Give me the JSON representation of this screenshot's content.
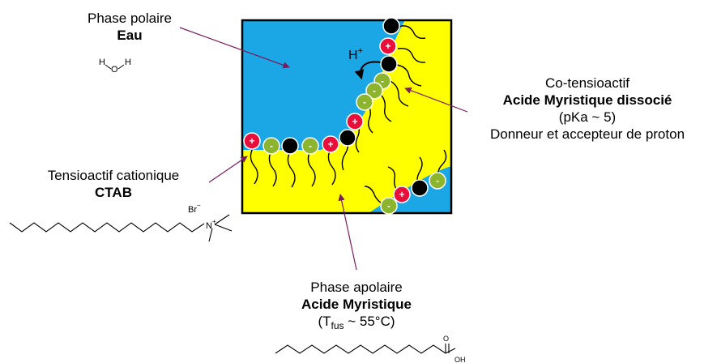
{
  "polar_phase": {
    "title": "Phase polaire",
    "name": "Eau",
    "formula_h1": "H",
    "formula_o": "O",
    "formula_h2": "H"
  },
  "cosurfactant": {
    "title": "Co-tensioactif",
    "name": "Acide Myristique dissocié",
    "pka": "(pKa ~ 5)",
    "role": "Donneur et accepteur de proton"
  },
  "cationic": {
    "title": "Tensioactif cationique",
    "name": "CTAB",
    "counterion": "Br",
    "counterion_charge": "−",
    "nitrogen": "N",
    "nitrogen_charge": "+"
  },
  "apolar_phase": {
    "title": "Phase apolaire",
    "name": "Acide Myristique",
    "tfus_prefix": "(T",
    "tfus_sub": "fus",
    "tfus_suffix": " ~ 55°C)",
    "carbonyl_o": "O",
    "hydroxyl": "OH"
  },
  "diagram": {
    "proton_label": "H",
    "proton_charge": "+",
    "plus_sign": "+",
    "minus_sign": "-",
    "colors": {
      "water": "#1ba7e6",
      "oil": "#ffff00",
      "cation": "#e8103a",
      "anion": "#8cb52d",
      "neutral": "#000000",
      "arrow": "#7b1c5c"
    }
  }
}
